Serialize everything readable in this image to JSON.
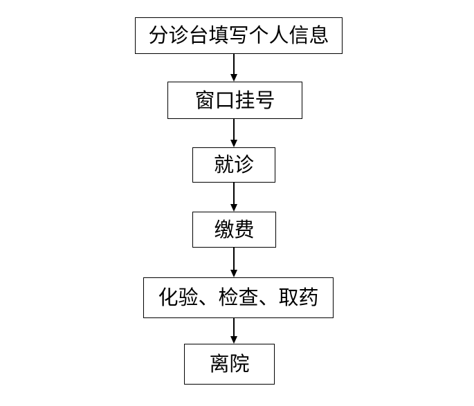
{
  "flowchart": {
    "type": "vertical-flow",
    "steps": [
      {
        "id": "triage-info",
        "label": "分诊台填写个人信息"
      },
      {
        "id": "registration",
        "label": "窗口挂号"
      },
      {
        "id": "consultation",
        "label": "就诊"
      },
      {
        "id": "payment",
        "label": "缴费"
      },
      {
        "id": "tests-medicine",
        "label": "化验、检查、取药"
      },
      {
        "id": "discharge",
        "label": "离院"
      }
    ],
    "edges": [
      {
        "from": "triage-info",
        "to": "registration"
      },
      {
        "from": "registration",
        "to": "consultation"
      },
      {
        "from": "consultation",
        "to": "payment"
      },
      {
        "from": "payment",
        "to": "tests-medicine"
      },
      {
        "from": "tests-medicine",
        "to": "discharge"
      }
    ],
    "colors": {
      "border": "#000000",
      "text": "#000000",
      "background": "#ffffff"
    }
  }
}
